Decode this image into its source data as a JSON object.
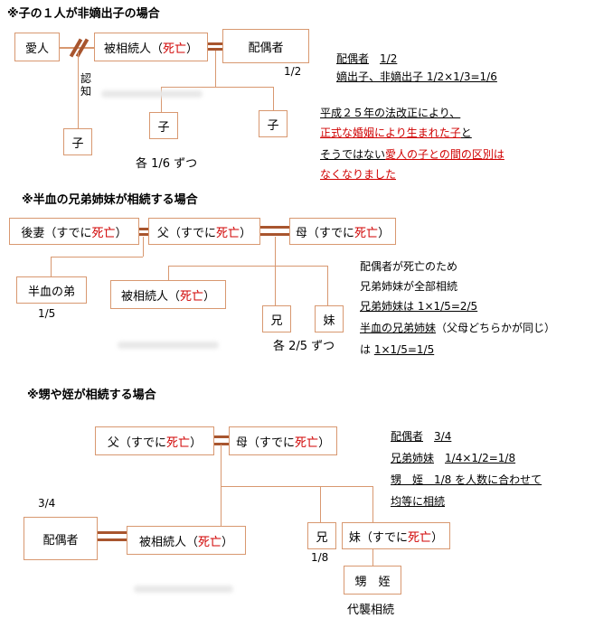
{
  "section1": {
    "heading": "※子の１人が非嫡出子の場合",
    "lover": "愛人",
    "decedent_a": "被相続人（",
    "decedent_b": "死亡",
    "decedent_c": "）",
    "spouse": "配偶者",
    "spouse_share": "1/2",
    "acknowledge": "認知",
    "child_illegit": "子",
    "child1": "子",
    "child2": "子",
    "each_share": "各 1/6 ずつ",
    "note_line1_a": "配偶者",
    "note_line1_b": "1/2",
    "note_line2": "嫡出子、非嫡出子 1/2×1/3=1/6",
    "note_line3": "平成２５年の法改正により、",
    "note_line4a": "正式な婚姻により生まれた子",
    "note_line4b": "と",
    "note_line5a": "そうではない",
    "note_line5b": "愛人の子との間の区別は",
    "note_line6": "なくなりました"
  },
  "section2": {
    "heading": "※半血の兄弟姉妹が相続する場合",
    "stepmother_a": "後妻（すでに",
    "stepmother_b": "死亡",
    "stepmother_c": "）",
    "father_a": "父（すでに",
    "father_b": "死亡",
    "father_c": "）",
    "mother_a": "母（すでに",
    "mother_b": "死亡",
    "mother_c": "）",
    "half_brother": "半血の弟",
    "half_share": "1/5",
    "decedent_a": "被相続人（",
    "decedent_b": "死亡",
    "decedent_c": "）",
    "elder_brother": "兄",
    "younger_sister": "妹",
    "each_share": "各 2/5 ずつ",
    "note1": "配偶者が死亡のため",
    "note2": "兄弟姉妹が全部相続",
    "note3": "兄弟姉妹は 1×1/5=2/5",
    "note4a": "半血の兄弟姉妹",
    "note4b": "（父母どちらかが同じ）",
    "note5a": "は ",
    "note5b": "1×1/5=1/5"
  },
  "section3": {
    "heading": "※甥や姪が相続する場合",
    "father_a": "父（すでに",
    "father_b": "死亡",
    "father_c": "）",
    "mother_a": "母（すでに",
    "mother_b": "死亡",
    "mother_c": "）",
    "spouse_share": "3/4",
    "spouse": "配偶者",
    "decedent_a": "被相続人（",
    "decedent_b": "死亡",
    "decedent_c": "）",
    "brother": "兄",
    "brother_share": "1/8",
    "sister_a": "妹（すでに",
    "sister_b": "死亡",
    "sister_c": "）",
    "nephew_niece": "甥　姪",
    "substitute": "代襲相続",
    "note1a": "配偶者",
    "note1b": "3/4",
    "note2a": "兄弟姉妹",
    "note2b": "1/4×1/2=1/8",
    "note3": "甥　姪　1/8 を人数に合わせて",
    "note4": "均等に相続"
  }
}
